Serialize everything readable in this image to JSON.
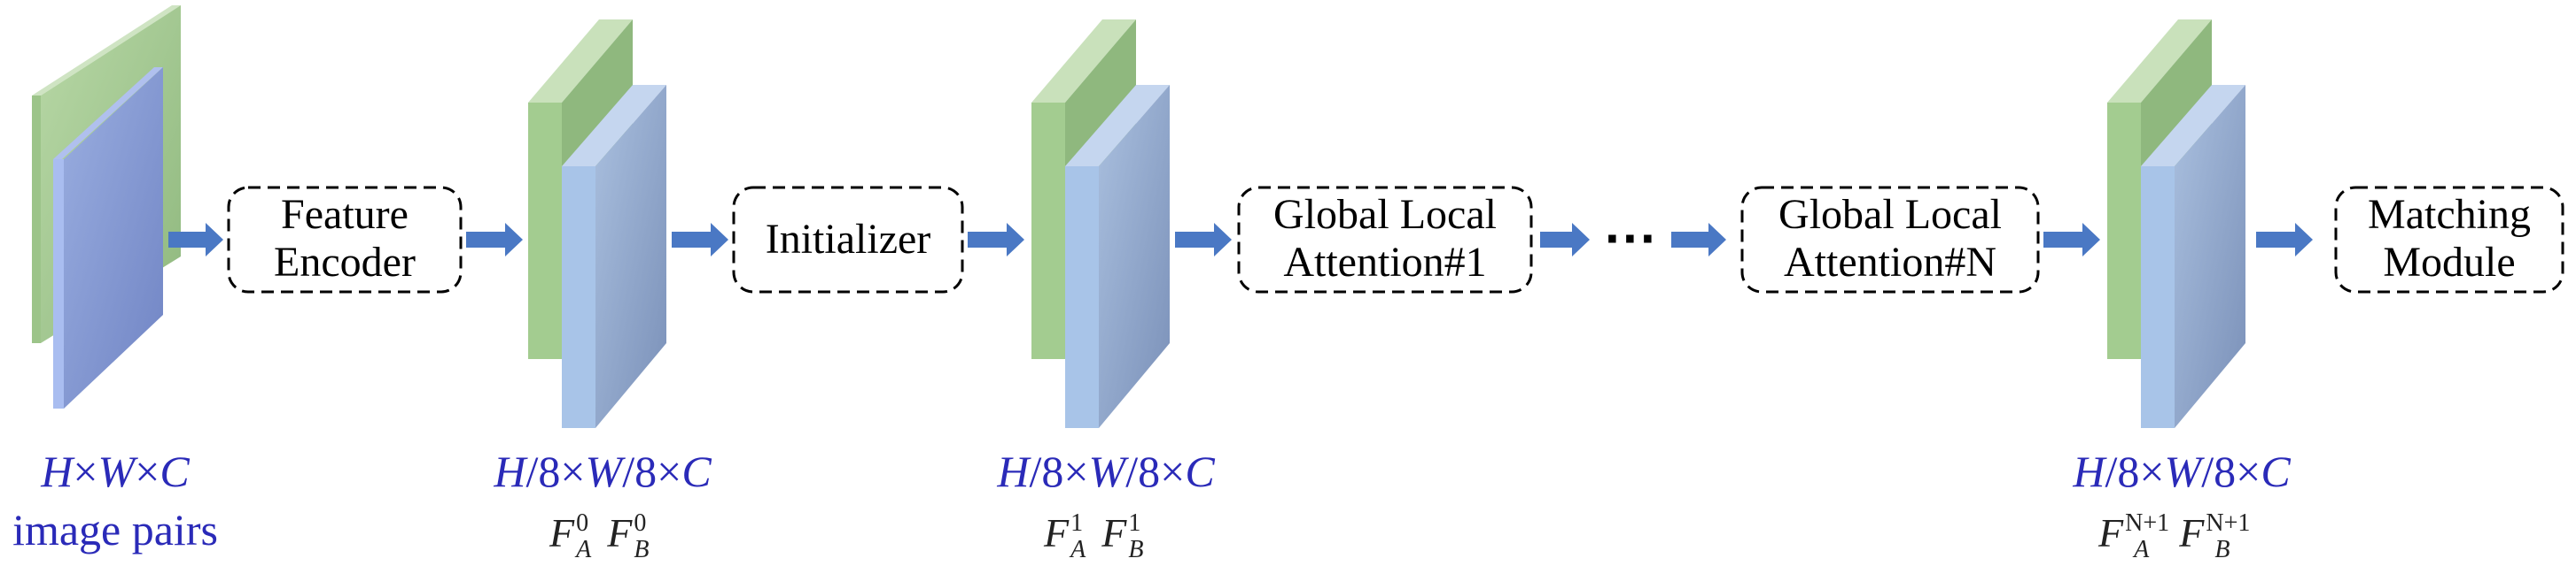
{
  "modules": {
    "feature_encoder": {
      "line1": "Feature",
      "line2": "Encoder"
    },
    "initializer": {
      "line1": "Initializer"
    },
    "gla_1": {
      "line1": "Global Local",
      "line2": "Attention#1"
    },
    "ellipsis": "···",
    "gla_n": {
      "line1": "Global Local",
      "line2": "Attention#N"
    },
    "matching": {
      "line1": "Matching",
      "line2": "Module"
    }
  },
  "stacks": {
    "input": {
      "dims": {
        "h": "H",
        "x1": "×",
        "w": "W",
        "x2": "×",
        "c": "C"
      },
      "caption": "image pairs"
    },
    "f0": {
      "dims": {
        "h": "H",
        "div1": "/",
        "n1": "8",
        "x1": "×",
        "w": "W",
        "div2": "/",
        "n2": "8",
        "x2": "×",
        "c": "C"
      },
      "feat": {
        "fa": "F",
        "fa_sub": "A",
        "fa_sup": "0",
        "fb": "F",
        "fb_sub": "B",
        "fb_sup": "0"
      }
    },
    "f1": {
      "dims": {
        "h": "H",
        "div1": "/",
        "n1": "8",
        "x1": "×",
        "w": "W",
        "div2": "/",
        "n2": "8",
        "x2": "×",
        "c": "C"
      },
      "feat": {
        "fa": "F",
        "fa_sub": "A",
        "fa_sup": "1",
        "fb": "F",
        "fb_sub": "B",
        "fb_sup": "1"
      }
    },
    "fn": {
      "dims": {
        "h": "H",
        "div1": "/",
        "n1": "8",
        "x1": "×",
        "w": "W",
        "div2": "/",
        "n2": "8",
        "x2": "×",
        "c": "C"
      },
      "feat": {
        "fa": "F",
        "fa_sub": "A",
        "fa_sup": "N+1",
        "fb": "F",
        "fb_sub": "B",
        "fb_sup": "N+1"
      }
    }
  },
  "colors": {
    "green_front": "#a3cc90",
    "green_top": "#c9e1bb",
    "blue_light": "#a8c4e8",
    "blue_dark": "#7e95bd",
    "blue_input": "#8d9fd4",
    "arrow": "#4a78c4",
    "dim_text": "#2a2ab8"
  }
}
